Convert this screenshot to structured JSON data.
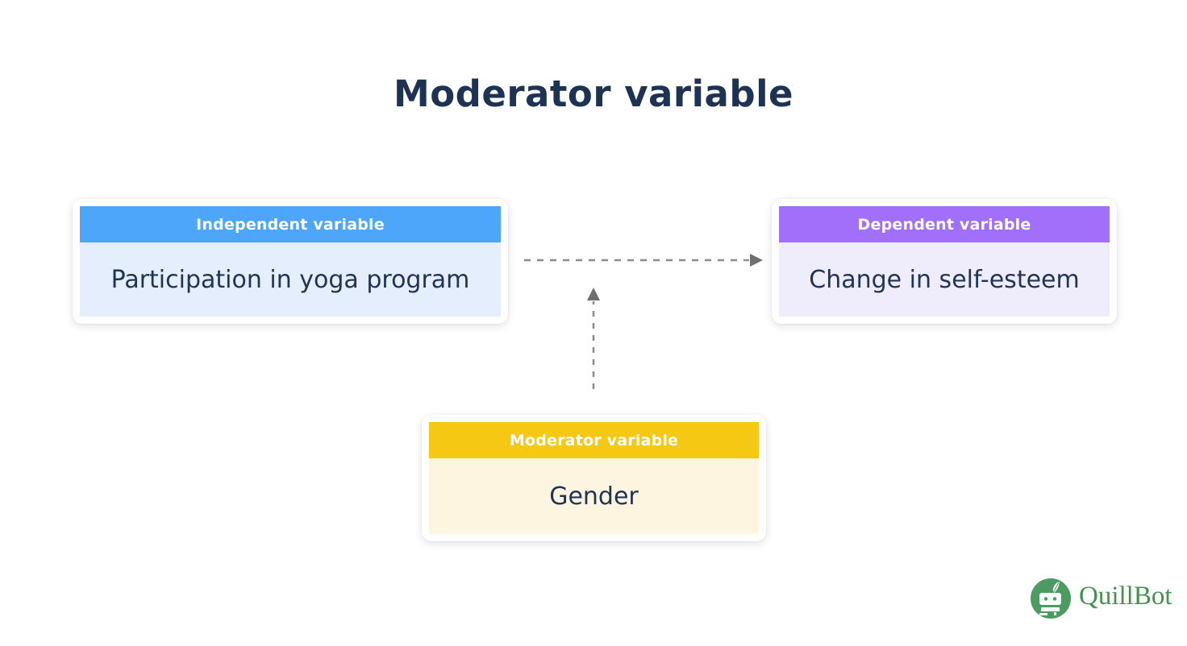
{
  "title": "Moderator variable",
  "boxes": {
    "independent": {
      "label": "Independent variable",
      "value": "Participation in yoga program",
      "header_color": "#4da6fa",
      "body_color": "#e4eefd"
    },
    "dependent": {
      "label": "Dependent variable",
      "value": "Change in self-esteem",
      "header_color": "#a16ffa",
      "body_color": "#efedfb"
    },
    "moderator": {
      "label": "Moderator variable",
      "value": "Gender",
      "header_color": "#f5c913",
      "body_color": "#fdf5df"
    }
  },
  "arrows": {
    "dash_color": "#8c8c8c",
    "head_color": "#6f6f6f",
    "causal": "independent-to-dependent",
    "moderation": "moderator-to-causal-path"
  },
  "logo": {
    "text": "QuillBot",
    "text_color": "#45914f",
    "icon": "quillbot-robot-icon",
    "icon_color": "#4c9b63"
  }
}
